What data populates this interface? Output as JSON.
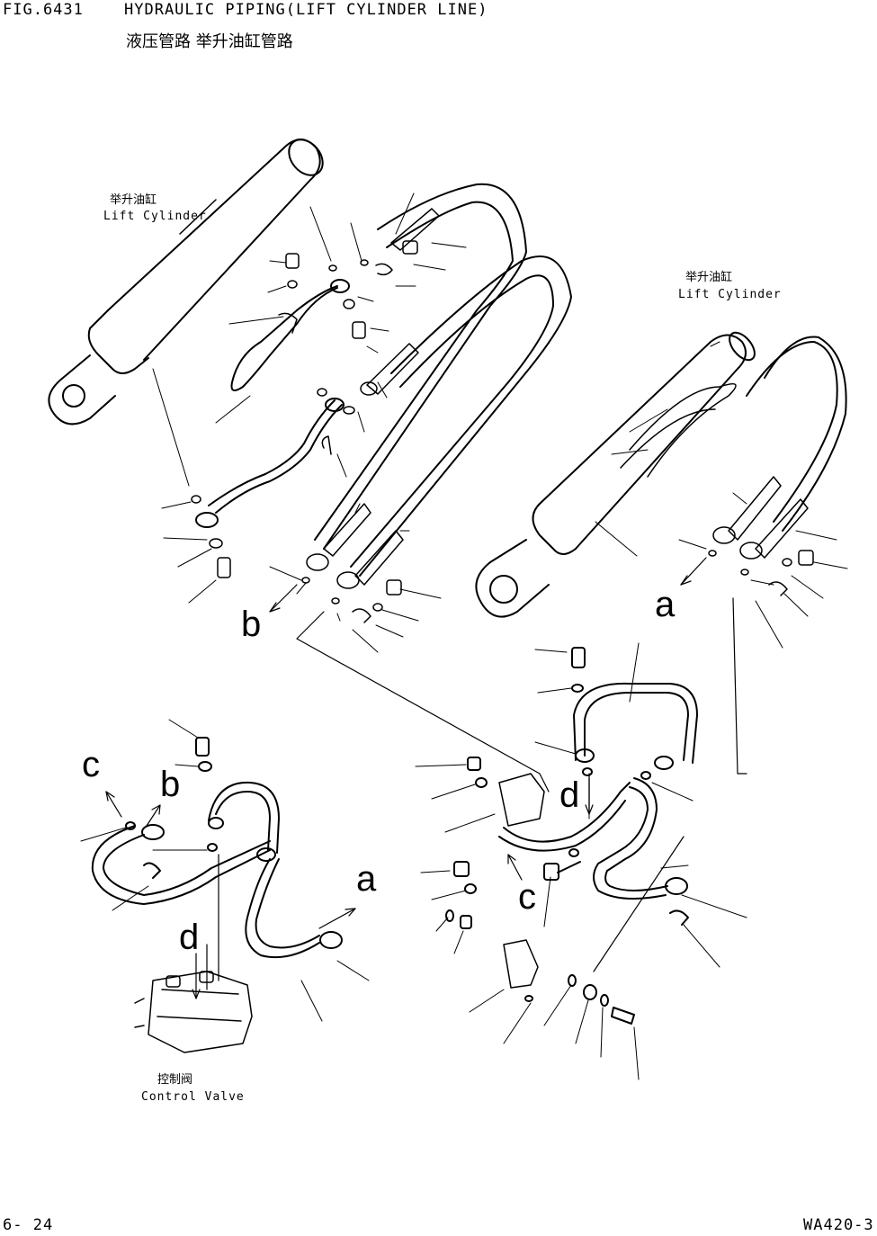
{
  "header": {
    "fig": "FIG.6431",
    "title": "HYDRAULIC PIPING(LIFT CYLINDER LINE)",
    "subtitle_cn": "液压管路 举升油缸管路"
  },
  "labels": {
    "left_cylinder_cn": "举升油缸",
    "left_cylinder_en": "Lift Cylinder",
    "right_cylinder_cn": "举升油缸",
    "right_cylinder_en": "Lift Cylinder",
    "control_valve_cn": "控制阀",
    "control_valve_en": "Control Valve"
  },
  "callouts": {
    "a_top": "a",
    "b_top": "b",
    "c_left": "c",
    "b_left": "b",
    "d_left": "d",
    "a_left": "a",
    "d_right": "d",
    "c_right": "c"
  },
  "footer": {
    "page": "6- 24",
    "model": "WA420-3"
  }
}
